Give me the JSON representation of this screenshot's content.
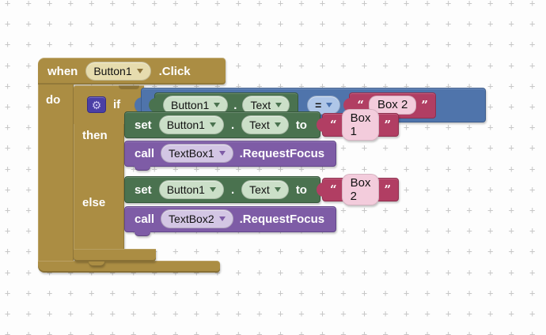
{
  "workspace": {
    "grid_symbol": "+"
  },
  "colors": {
    "gold": "#AB8D43",
    "green": "#4A724F",
    "purple": "#7E5CA6",
    "blue": "#4F74AB",
    "crimson": "#B13E63"
  },
  "when_block": {
    "keyword": "when",
    "component": "Button1",
    "event": ".Click",
    "do_label": "do"
  },
  "if_block": {
    "gear_icon": "⚙",
    "if_label": "if",
    "then_label": "then",
    "else_label": "else"
  },
  "condition": {
    "component": "Button1",
    "dot": ".",
    "property": "Text",
    "operator": "=",
    "open_quote": "“",
    "string_value": "Box 2",
    "close_quote": "”"
  },
  "then_branch": {
    "set": {
      "keyword": "set",
      "component": "Button1",
      "dot": ".",
      "property": "Text",
      "to_label": "to"
    },
    "string": {
      "open_quote": "“",
      "value": "Box 1",
      "close_quote": "”"
    },
    "call": {
      "keyword": "call",
      "component": "TextBox1",
      "method": ".RequestFocus"
    }
  },
  "else_branch": {
    "set": {
      "keyword": "set",
      "component": "Button1",
      "dot": ".",
      "property": "Text",
      "to_label": "to"
    },
    "string": {
      "open_quote": "“",
      "value": "Box 2",
      "close_quote": "”"
    },
    "call": {
      "keyword": "call",
      "component": "TextBox2",
      "method": ".RequestFocus"
    }
  }
}
